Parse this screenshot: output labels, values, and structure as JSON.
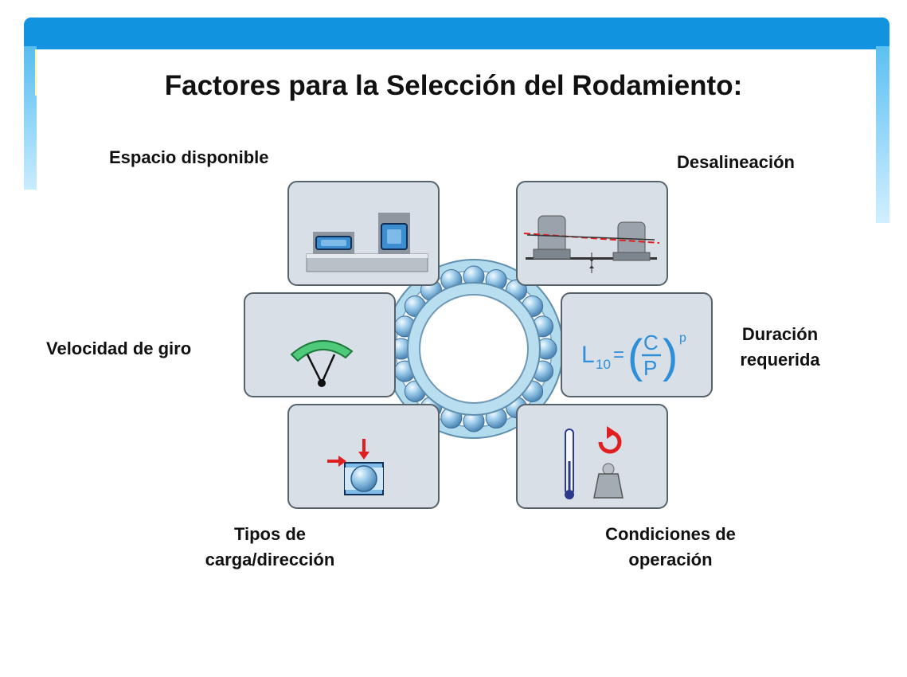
{
  "title": "Factores para la Selección del Rodamiento:",
  "labels": {
    "espacio": "Espacio disponible",
    "desalineacion": "Desalineación",
    "velocidad": "Velocidad de giro",
    "duracion_l1": "Duración",
    "duracion_l2": "requerida",
    "tipos_l1": "Tipos de",
    "tipos_l2": "carga/dirección",
    "condiciones_l1": "Condiciones de",
    "condiciones_l2": "operación"
  },
  "formula": {
    "L": "L",
    "sub": "10",
    "eq": "=",
    "open": "(",
    "C": "C",
    "P": "P",
    "close": ")",
    "exp": "p"
  },
  "colors": {
    "header": "#1293e0",
    "ring": "#9fd3ea",
    "ball": "#8bc0e2",
    "panel": "#d9dfe6",
    "formula": "#2e8fd8",
    "arrow": "#e02020"
  }
}
